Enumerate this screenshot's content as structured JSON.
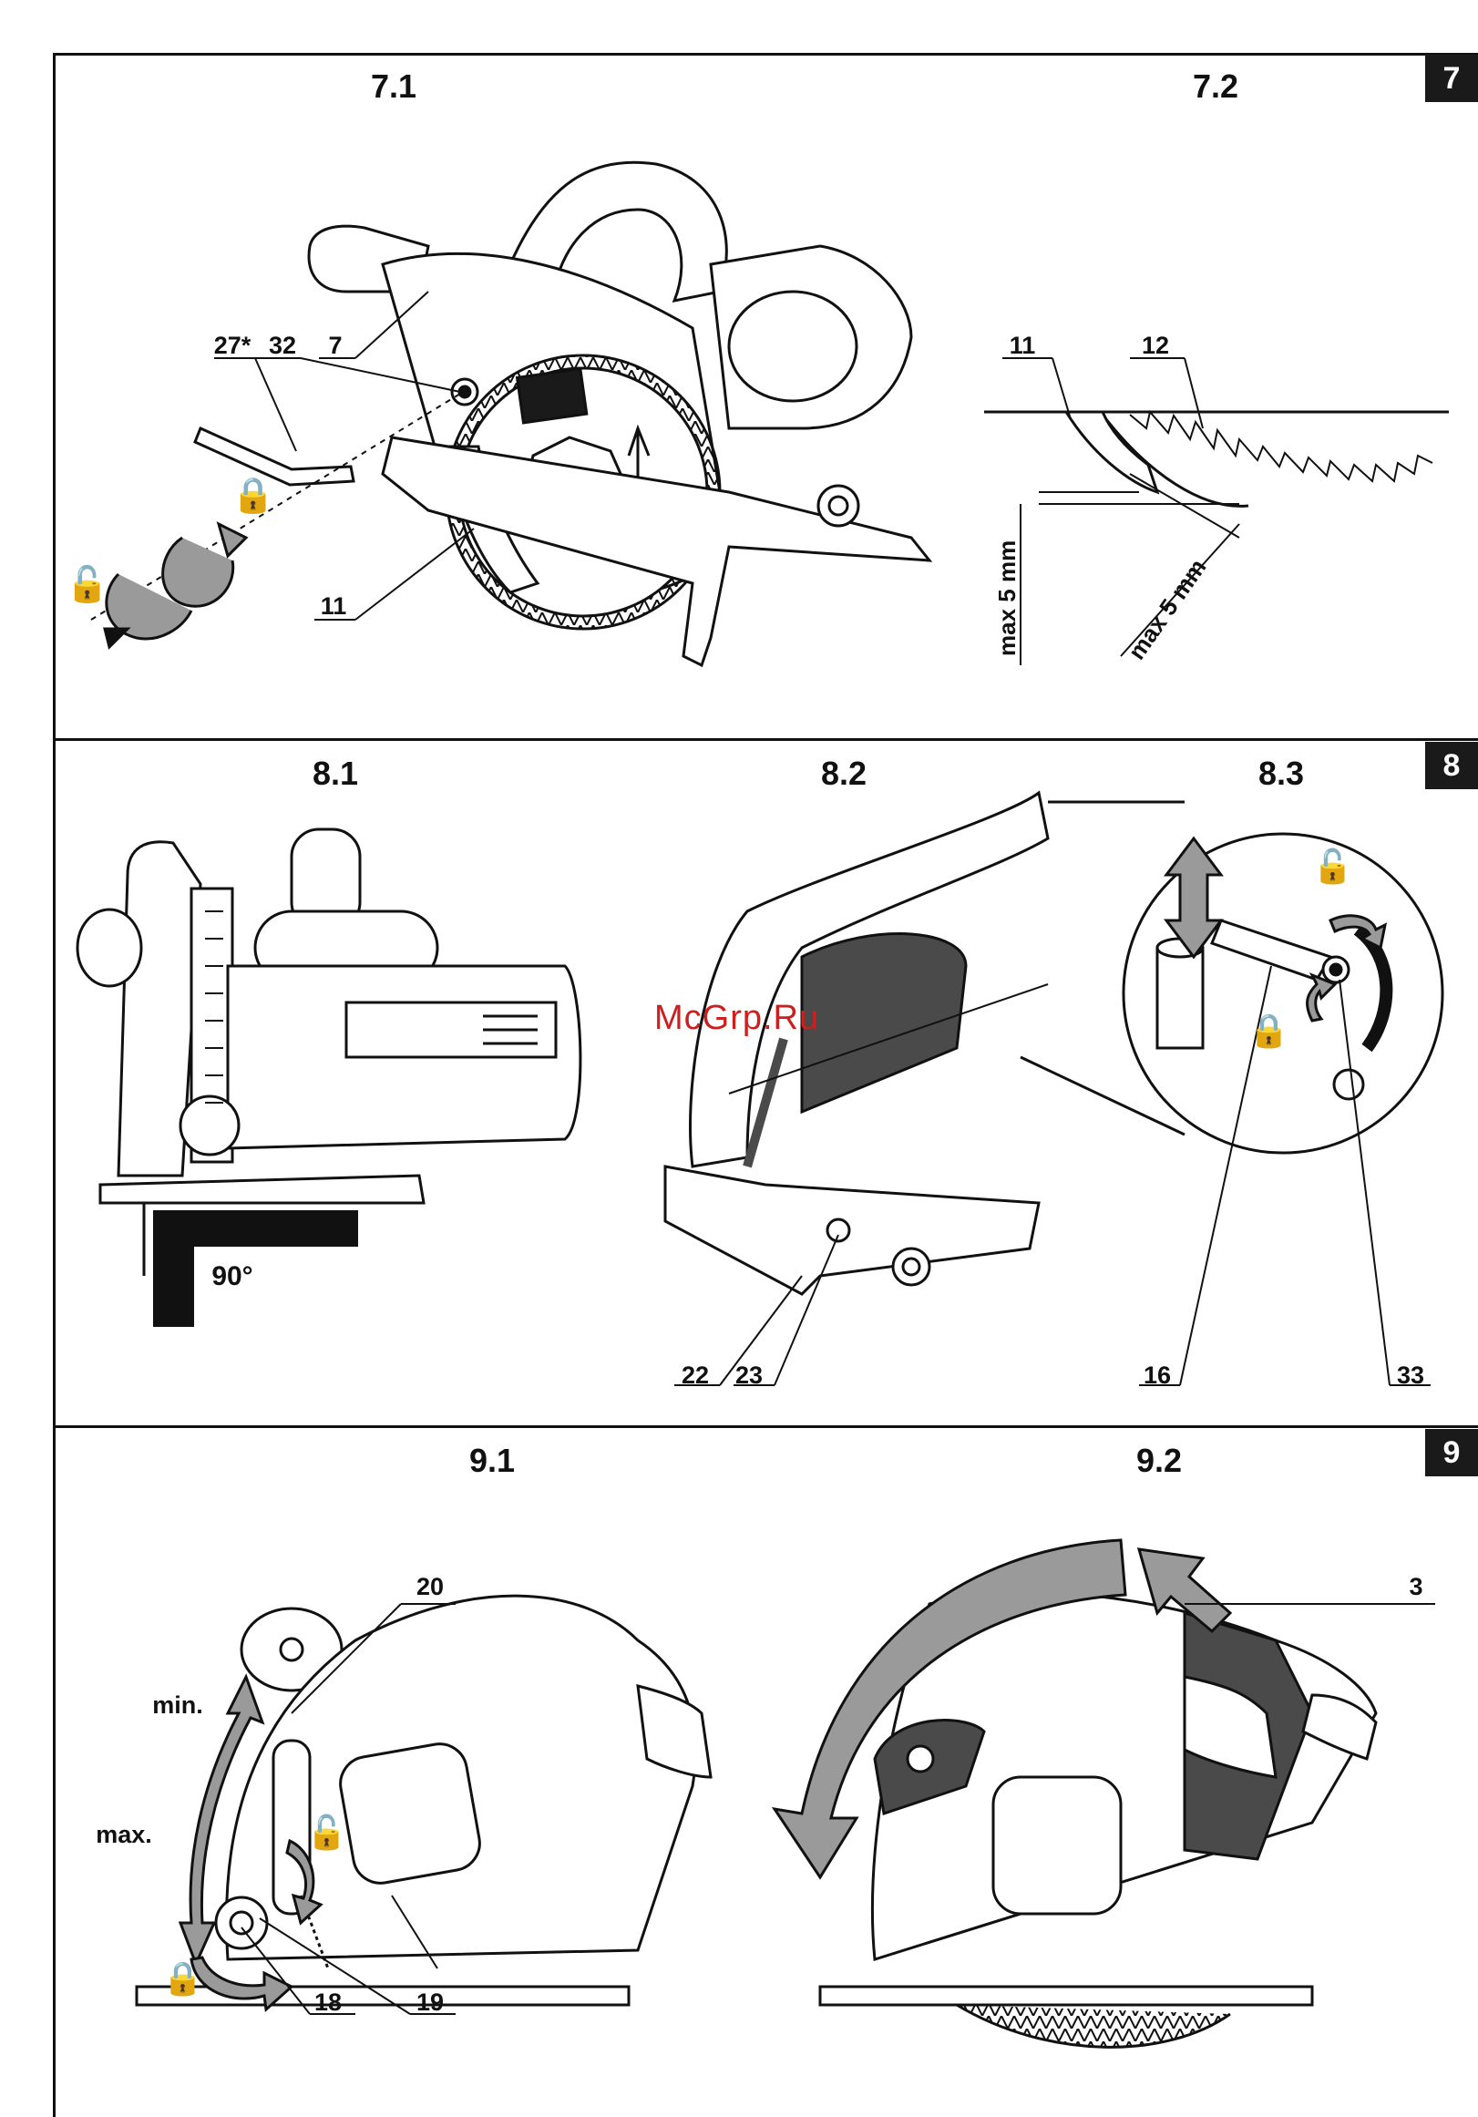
{
  "sections": [
    {
      "badge": "7",
      "figures": [
        "7.1",
        "7.2"
      ]
    },
    {
      "badge": "8",
      "figures": [
        "8.1",
        "8.2",
        "8.3"
      ]
    },
    {
      "badge": "9",
      "figures": [
        "9.1",
        "9.2"
      ]
    }
  ],
  "fig71": {
    "callouts": [
      "27*",
      "32",
      "7",
      "11"
    ],
    "icons": [
      "lock-icon",
      "unlock-icon"
    ]
  },
  "fig72": {
    "callouts": [
      "11",
      "12"
    ],
    "dims": [
      "max 5 mm",
      "max 5 mm"
    ]
  },
  "fig81": {
    "angle": "90°"
  },
  "fig82": {
    "callouts": [
      "22",
      "23"
    ]
  },
  "fig83": {
    "callouts": [
      "16",
      "33"
    ],
    "icons": [
      "unlock-icon",
      "lock-icon"
    ]
  },
  "fig91": {
    "callouts": [
      "20",
      "18",
      "19"
    ],
    "labels": [
      "min.",
      "max."
    ],
    "icons": [
      "unlock-icon",
      "lock-icon"
    ]
  },
  "fig92": {
    "callouts": [
      "3"
    ]
  },
  "watermark": "McGrp.Ru",
  "colors": {
    "line": "#111111",
    "badge": "#1a1a1a",
    "grey_arrow": "#9a9a9a",
    "dark_grey": "#4a4a4a",
    "watermark": "#cc1f1f"
  }
}
